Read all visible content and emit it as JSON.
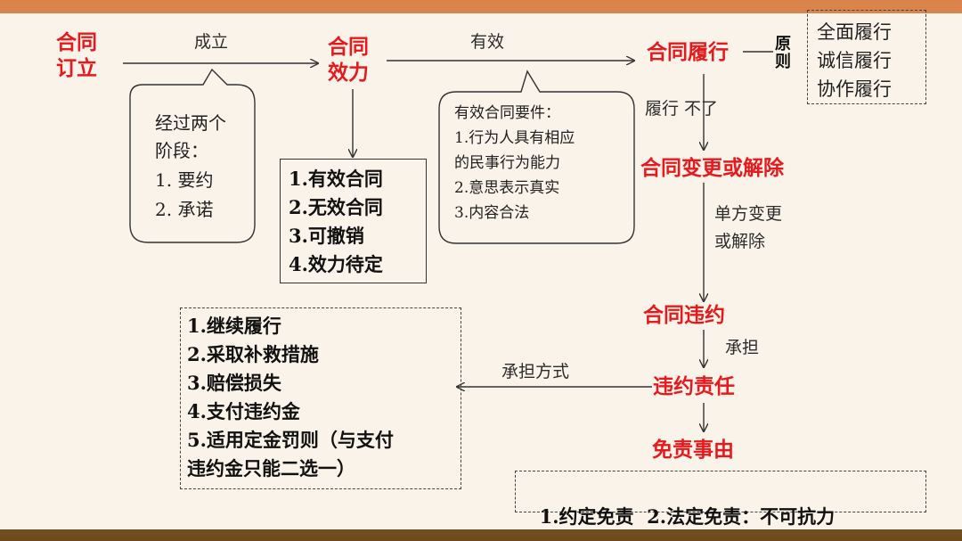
{
  "nodes": {
    "formation": [
      "合同",
      "订立"
    ],
    "validity": [
      "合同",
      "效力"
    ],
    "performance": "合同履行",
    "change": "合同变更或解除",
    "breach": "合同违约",
    "liability": "违约责任",
    "exemption": "免责事由"
  },
  "edges": {
    "established": "成立",
    "effective": "有效",
    "cannot_perform": "履行 不了",
    "unilateral": [
      "单方变更",
      "或解除"
    ],
    "bear": "承担",
    "bear_method": "承担方式"
  },
  "principle": {
    "label": "原则",
    "items": [
      "全面履行",
      "诚信履行",
      "协作履行"
    ]
  },
  "callout_stages": {
    "lines": [
      "经过两个",
      "阶段：",
      "1. 要约",
      "2. 承诺"
    ]
  },
  "callout_requirements": {
    "lines": [
      "有效合同要件：",
      "1.行为人具有相应",
      "的民事行为能力",
      "2.意思表示真实",
      "3.内容合法"
    ]
  },
  "validity_types": [
    "1.有效合同",
    "2.无效合同",
    "3.可撤销",
    "4.效力待定"
  ],
  "remedies": [
    "1.继续履行",
    "2.采取补救措施",
    "3.赔偿损失",
    "4.支付违约金",
    "5.适用定金罚则（与支付",
    "违约金只能二选一）"
  ],
  "exemptions": "1.约定免责  2.法定免责：不可抗力"
}
